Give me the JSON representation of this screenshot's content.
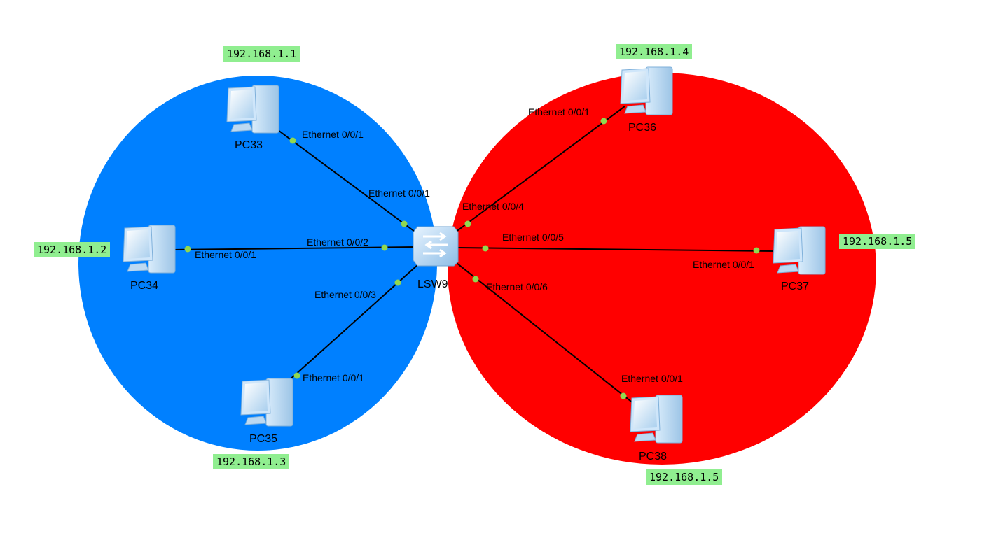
{
  "colors": {
    "blue_zone": "#0080ff",
    "red_zone": "#ff0000",
    "link": "#000000",
    "port_dot": "#90d850",
    "ip_tag": "#90ee90"
  },
  "switch": {
    "name": "LSW9",
    "icon": "switch-icon"
  },
  "pcs": [
    {
      "id": "pc33",
      "name": "PC33",
      "ip": "192.168.1.1",
      "icon": "pc-icon"
    },
    {
      "id": "pc34",
      "name": "PC34",
      "ip": "192.168.1.2",
      "icon": "pc-icon"
    },
    {
      "id": "pc35",
      "name": "PC35",
      "ip": "192.168.1.3",
      "icon": "pc-icon"
    },
    {
      "id": "pc36",
      "name": "PC36",
      "ip": "192.168.1.4",
      "icon": "pc-icon"
    },
    {
      "id": "pc37",
      "name": "PC37",
      "ip": "192.168.1.5",
      "icon": "pc-icon"
    },
    {
      "id": "pc38",
      "name": "PC38",
      "ip": "192.168.1.5",
      "icon": "pc-icon"
    }
  ],
  "links": [
    {
      "pc": "pc33",
      "pc_port": "Ethernet 0/0/1",
      "sw_port": "Ethernet 0/0/1"
    },
    {
      "pc": "pc34",
      "pc_port": "Ethernet 0/0/1",
      "sw_port": "Ethernet 0/0/2"
    },
    {
      "pc": "pc35",
      "pc_port": "Ethernet 0/0/1",
      "sw_port": "Ethernet 0/0/3"
    },
    {
      "pc": "pc36",
      "pc_port": "Ethernet 0/0/1",
      "sw_port": "Ethernet 0/0/4"
    },
    {
      "pc": "pc37",
      "pc_port": "Ethernet 0/0/1",
      "sw_port": "Ethernet 0/0/5"
    },
    {
      "pc": "pc38",
      "pc_port": "Ethernet 0/0/1",
      "sw_port": "Ethernet 0/0/6"
    }
  ]
}
